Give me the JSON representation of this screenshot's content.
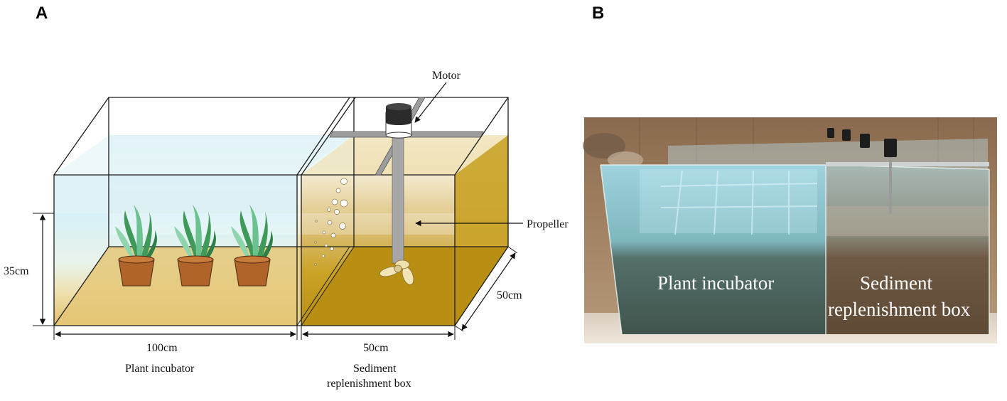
{
  "panels": {
    "a": {
      "letter": "A"
    },
    "b": {
      "letter": "B"
    }
  },
  "diagram": {
    "motor_label": "Motor",
    "propeller_label": "Propeller",
    "height_label": "35cm",
    "width_left_label": "100cm",
    "width_right_label": "50cm",
    "depth_label": "50cm",
    "plant_incubator_label": "Plant incubator",
    "sediment_box_label_line1": "Sediment",
    "sediment_box_label_line2": "replenishment box"
  },
  "photo": {
    "plant_incubator_label": "Plant incubator",
    "sediment_box_label_line1": "Sediment",
    "sediment_box_label_line2": "replenishment box"
  },
  "colors": {
    "water_blue": "#cfeef6",
    "sediment_gold": "#c9a226",
    "sediment_dark": "#b88f12",
    "pot_brown": "#b0642a",
    "plant_green": "#3f9a5a"
  }
}
